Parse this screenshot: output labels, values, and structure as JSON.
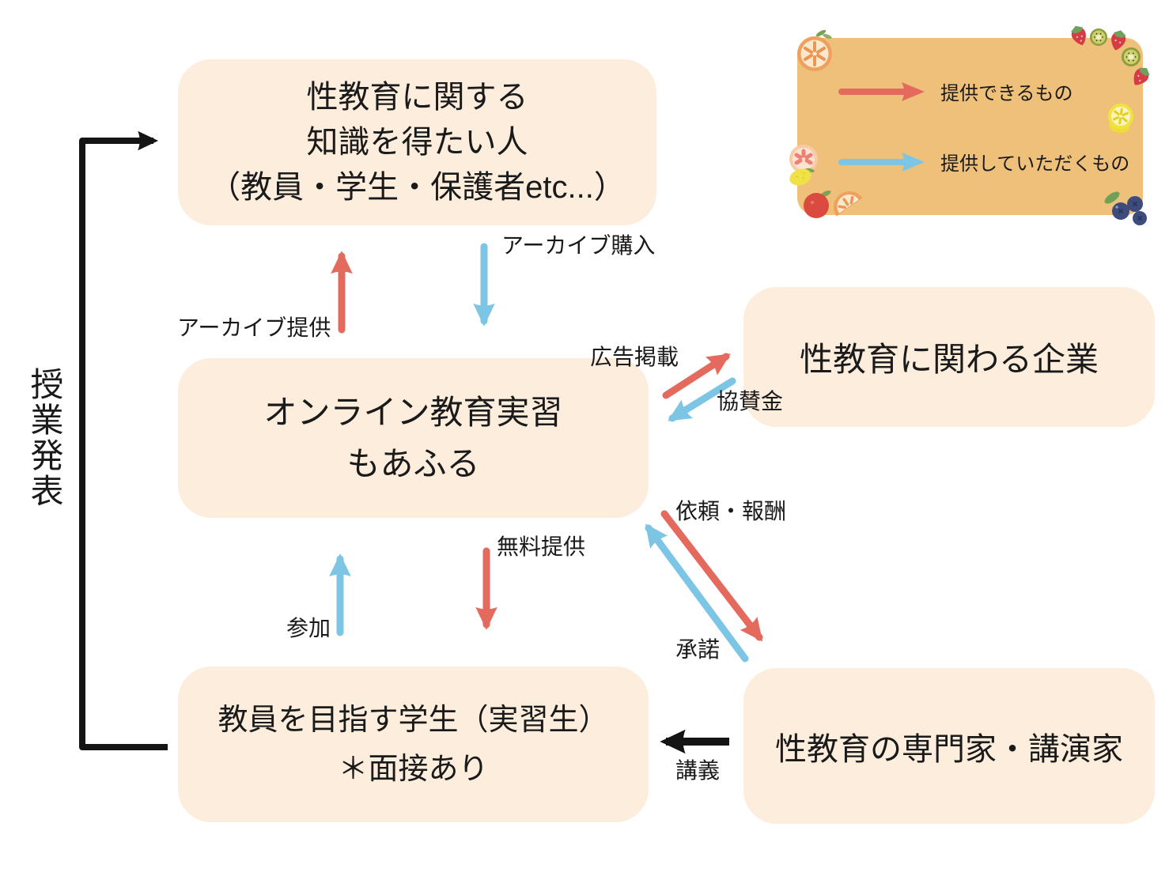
{
  "diagram": {
    "nodes": {
      "audience": {
        "lines": [
          "性教育に関する",
          "知識を得たい人",
          "（教員・学生・保護者etc...）"
        ]
      },
      "moafull": {
        "lines": [
          "オンライン教育実習",
          "もあふる"
        ]
      },
      "companies": {
        "lines": [
          "性教育に関わる企業"
        ]
      },
      "students": {
        "lines": [
          "教員を目指す学生（実習生）",
          "＊面接あり"
        ]
      },
      "experts": {
        "lines": [
          "性教育の専門家・講演家"
        ]
      }
    },
    "edges": {
      "archive_provide": {
        "label": "アーカイブ提供",
        "type": "provide",
        "from": "moafull",
        "to": "audience"
      },
      "archive_purchase": {
        "label": "アーカイブ購入",
        "type": "receive",
        "from": "audience",
        "to": "moafull"
      },
      "ad_placement": {
        "label": "広告掲載",
        "type": "provide",
        "from": "moafull",
        "to": "companies"
      },
      "sponsorship": {
        "label": "協賛金",
        "type": "receive",
        "from": "companies",
        "to": "moafull"
      },
      "request_reward": {
        "label": "依頼・報酬",
        "type": "provide",
        "from": "moafull",
        "to": "experts"
      },
      "consent": {
        "label": "承諾",
        "type": "receive",
        "from": "experts",
        "to": "moafull"
      },
      "free_provide": {
        "label": "無料提供",
        "type": "provide",
        "from": "moafull",
        "to": "students"
      },
      "participation": {
        "label": "参加",
        "type": "receive",
        "from": "students",
        "to": "moafull"
      },
      "lecture": {
        "label": "講義",
        "type": "black",
        "from": "experts",
        "to": "students"
      },
      "class_presentation": {
        "label": "授業発表",
        "type": "black",
        "from": "students",
        "to": "audience"
      }
    },
    "legend": {
      "items": [
        {
          "arrow": "red-arrow",
          "label": "提供できるもの"
        },
        {
          "arrow": "blue-arrow",
          "label": "提供していただくもの"
        }
      ],
      "decorations": [
        "orange-slice",
        "strawberries-and-kiwis",
        "lemon-slice",
        "citrus-cluster",
        "blueberries"
      ]
    },
    "colors": {
      "provide_red": "#E56A5E",
      "receive_blue": "#7CC5E5",
      "black": "#141414",
      "node_bg": "#FCEDDD",
      "legend_bg": "#EFC07A"
    }
  }
}
